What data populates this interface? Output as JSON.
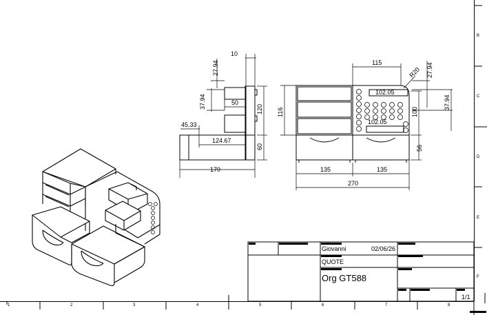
{
  "frame": {
    "zones_right": [
      "B",
      "C",
      "D",
      "E",
      "F"
    ],
    "zones_bottom": [
      "1",
      "2",
      "3",
      "4",
      "5",
      "6",
      "7",
      "8"
    ]
  },
  "side_view": {
    "dims": {
      "top_width": "10",
      "upper_slot": "27.94",
      "lower_slot": "37.94",
      "slot_gap": "50",
      "height_main": "120",
      "offset": "45.33",
      "inner_width": "124.67",
      "base_height": "60",
      "total_width": "170"
    }
  },
  "front_view": {
    "dims": {
      "top_width": "115",
      "radius": "R20",
      "upper_slot": "27.94",
      "right_slot": "37.94",
      "pen_row_top": "102.05",
      "pen_row_bottom": "102.05",
      "left_height": "116",
      "right_height": "100",
      "drawer_height": "56",
      "drawer_left": "135",
      "drawer_right": "135",
      "total_width": "270"
    }
  },
  "title_block": {
    "author": "Giovanni",
    "date": "02/06/26",
    "category": "QUOTE",
    "title": "Org GT588",
    "sheet": "1/1"
  }
}
